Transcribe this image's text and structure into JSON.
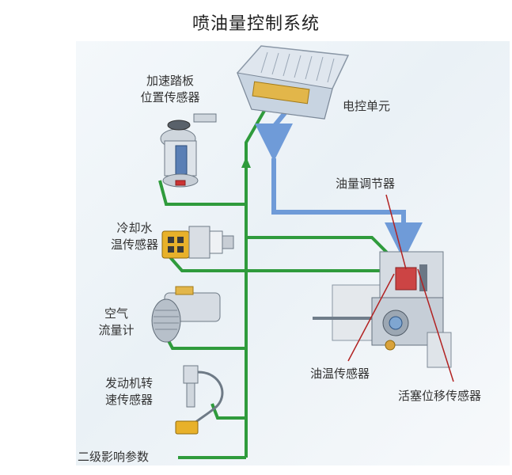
{
  "title": "喷油量控制系统",
  "labels": {
    "ecu": "电控单元",
    "pedal_l1": "加速踏板",
    "pedal_l2": "位置传感器",
    "coolant_l1": "冷却水",
    "coolant_l2": "温传感器",
    "air_l1": "空气",
    "air_l2": "流量计",
    "speed_l1": "发动机转",
    "speed_l2": "速传感器",
    "secondary": "二级影响参数",
    "regulator": "油量调节器",
    "oil_temp": "油温传感器",
    "piston": "活塞位移传感器"
  },
  "colors": {
    "signal_line": "#2f9b3c",
    "control_line": "#6f9bd8",
    "leader_line": "#b22222"
  }
}
